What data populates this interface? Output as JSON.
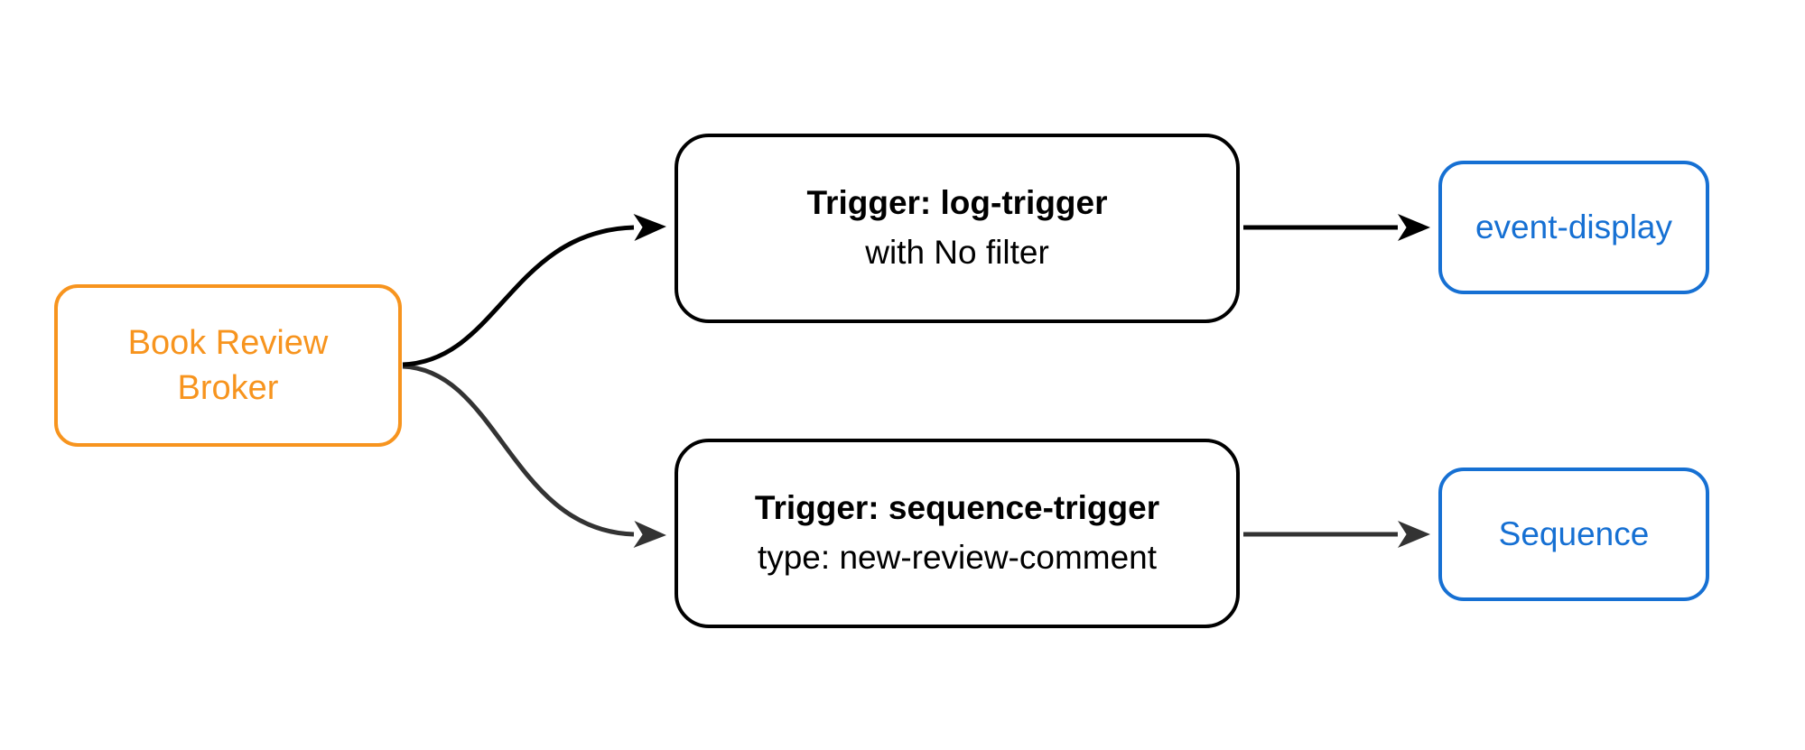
{
  "background": "#ffffff",
  "colors": {
    "broker_accent": "#F7941E",
    "trigger_border": "#000000",
    "target_accent": "#1670D3",
    "edge_top": "#000000",
    "edge_bottom": "#333333"
  },
  "nodes": {
    "broker": {
      "line1": "Book Review",
      "line2": "Broker"
    },
    "log_trigger": {
      "title": "Trigger: log-trigger",
      "subtitle": "with No filter"
    },
    "sequence_trigger": {
      "title": "Trigger: sequence-trigger",
      "subtitle": "type: new-review-comment"
    },
    "event_display": {
      "label": "event-display"
    },
    "sequence": {
      "label": "Sequence"
    }
  },
  "edges": [
    {
      "from": "Book Review Broker",
      "to": "Trigger: log-trigger",
      "color": "#000000",
      "shape": "curved",
      "arrowhead": "filled-dart"
    },
    {
      "from": "Book Review Broker",
      "to": "Trigger: sequence-trigger",
      "color": "#333333",
      "shape": "curved",
      "arrowhead": "filled-dart"
    },
    {
      "from": "Trigger: log-trigger",
      "to": "event-display",
      "color": "#000000",
      "shape": "straight",
      "arrowhead": "filled-dart"
    },
    {
      "from": "Trigger: sequence-trigger",
      "to": "Sequence",
      "color": "#333333",
      "shape": "straight",
      "arrowhead": "filled-dart"
    }
  ]
}
